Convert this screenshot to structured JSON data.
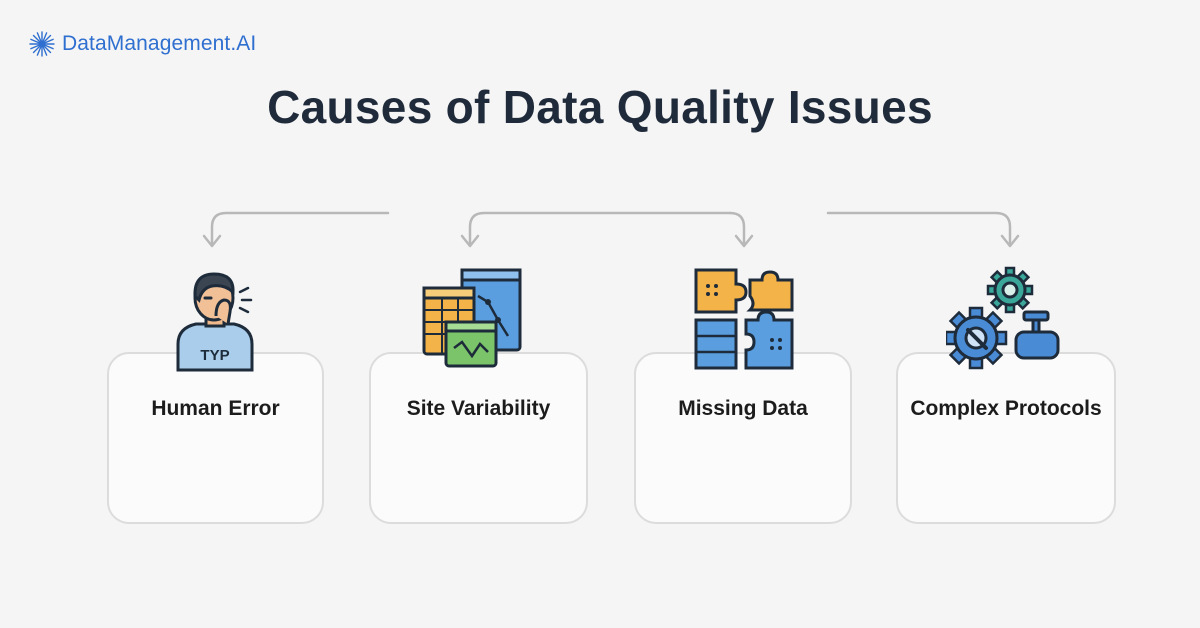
{
  "brand": {
    "name": "DataManagement.AI",
    "icon": "sunburst-logo-icon",
    "color": "#2f6fd0"
  },
  "title": "Causes of Data Quality Issues",
  "causes": [
    {
      "label": "Human Error",
      "icon": "typing-person-icon",
      "icon_text": "TYP"
    },
    {
      "label": "Site Variability",
      "icon": "data-sheets-icon"
    },
    {
      "label": "Missing Data",
      "icon": "puzzle-pieces-icon"
    },
    {
      "label": "Complex Protocols",
      "icon": "gears-icon"
    }
  ],
  "colors": {
    "title": "#1f2a3a",
    "card_border": "#dcdcdc",
    "connector": "#b8b8b8"
  }
}
